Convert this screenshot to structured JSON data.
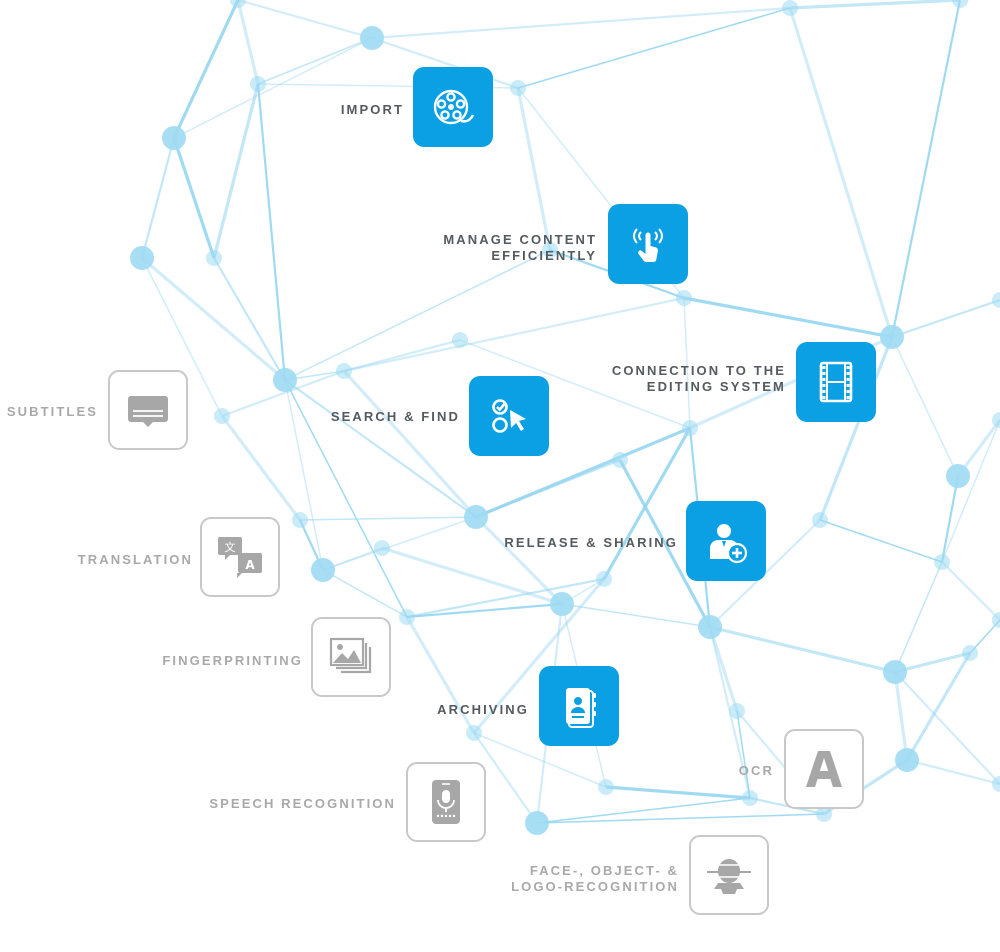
{
  "features": {
    "import": {
      "label": "IMPORT",
      "icon": "film-reel-icon"
    },
    "manage": {
      "line1": "MANAGE CONTENT",
      "line2": "EFFICIENTLY",
      "icon": "touch-hand-icon"
    },
    "editing": {
      "line1": "CONNECTION TO THE",
      "line2": "EDITING SYSTEM",
      "icon": "film-strip-icon"
    },
    "search": {
      "label": "SEARCH & FIND",
      "icon": "checklist-cursor-icon"
    },
    "release": {
      "label": "RELEASE & SHARING",
      "icon": "user-add-icon"
    },
    "archiving": {
      "label": "ARCHIVING",
      "icon": "address-book-icon"
    }
  },
  "ai_features": {
    "subtitles": {
      "label": "SUBTITLES",
      "icon": "subtitles-icon"
    },
    "translation": {
      "label": "TRANSLATION",
      "icon": "translate-icon"
    },
    "fingerprinting": {
      "label": "FINGERPRINTING",
      "icon": "images-icon"
    },
    "speech": {
      "label": "SPEECH RECOGNITION",
      "icon": "microphone-phone-icon"
    },
    "ocr": {
      "label": "OCR",
      "icon": "letter-a-icon"
    },
    "face": {
      "line1": "FACE-, OBJECT- &",
      "line2": "LOGO-RECOGNITION",
      "icon": "face-scan-icon"
    }
  },
  "colors": {
    "accent": "#0aa0e3",
    "feature_text": "#555a5f",
    "ai_text": "#a9a9a9",
    "ai_icon": "#a7a7a7",
    "ai_border": "#c8c8c8",
    "network_line": "#8fd3f0",
    "network_node": "#9fdaf3"
  }
}
